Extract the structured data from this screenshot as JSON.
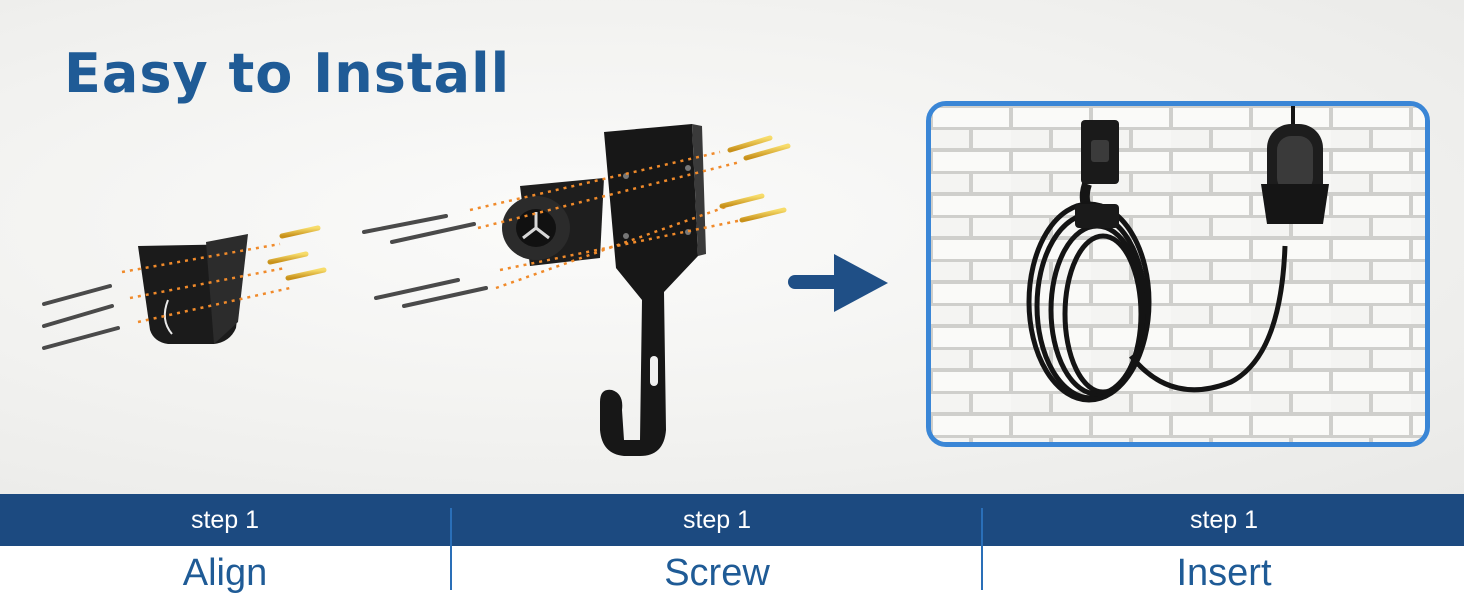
{
  "banner": {
    "title": "Easy to Install"
  },
  "steps": [
    {
      "number_label": "step 1",
      "name": "Align"
    },
    {
      "number_label": "step 1",
      "name": "Screw"
    },
    {
      "number_label": "step 1",
      "name": "Insert"
    }
  ],
  "colors": {
    "title": "#1f5b96",
    "bar": "#1c4a80",
    "frame": "#3a86d6",
    "arrow": "#1f4f86",
    "screw": "#e7b82d"
  },
  "icons": [
    "arrow-right-icon"
  ]
}
